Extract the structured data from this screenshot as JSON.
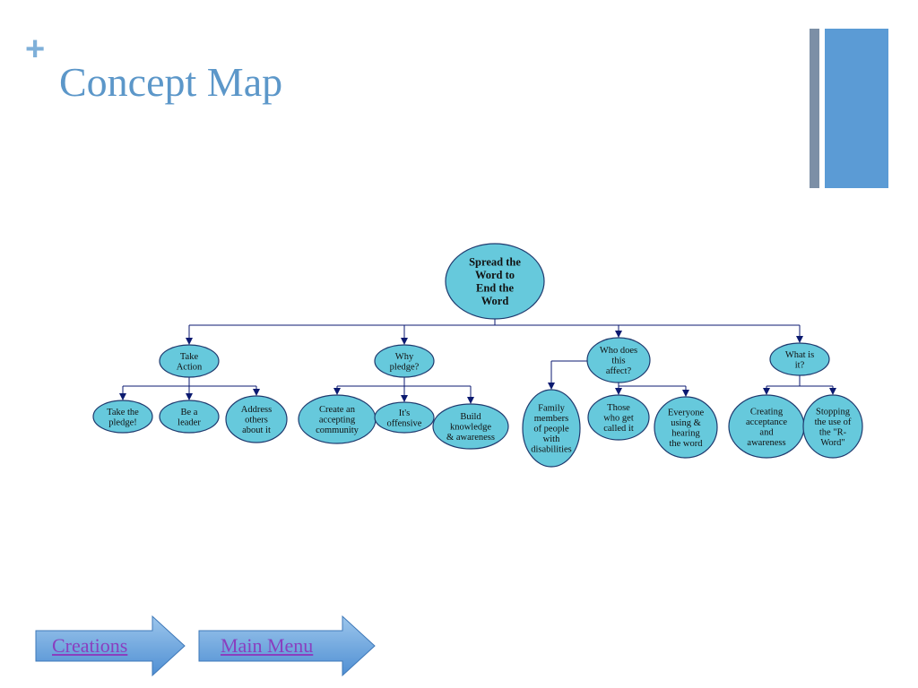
{
  "slide": {
    "plus": "+",
    "title": "Concept Map"
  },
  "map": {
    "root": {
      "lines": [
        "Spread the",
        "Word to",
        "End the",
        "Word"
      ]
    },
    "branches": [
      {
        "id": "take-action",
        "lines": [
          "Take",
          "Action"
        ],
        "children": [
          {
            "id": "take-pledge",
            "lines": [
              "Take the",
              "pledge!"
            ]
          },
          {
            "id": "be-leader",
            "lines": [
              "Be a",
              "leader"
            ]
          },
          {
            "id": "address-others",
            "lines": [
              "Address",
              "others",
              "about it"
            ]
          }
        ]
      },
      {
        "id": "why-pledge",
        "lines": [
          "Why",
          "pledge?"
        ],
        "children": [
          {
            "id": "accepting-community",
            "lines": [
              "Create an",
              "accepting",
              "community"
            ]
          },
          {
            "id": "offensive",
            "lines": [
              "It's",
              "offensive"
            ]
          },
          {
            "id": "build-knowledge",
            "lines": [
              "Build",
              "knowledge",
              "& awareness"
            ]
          }
        ]
      },
      {
        "id": "who-affect",
        "lines": [
          "Who does",
          "this",
          "affect?"
        ],
        "children": [
          {
            "id": "family-members",
            "lines": [
              "Family",
              "members",
              "of people",
              "with",
              "disabilities"
            ]
          },
          {
            "id": "those-called",
            "lines": [
              "Those",
              "who get",
              "called it"
            ]
          },
          {
            "id": "everyone-using",
            "lines": [
              "Everyone",
              "using &",
              "hearing",
              "the word"
            ]
          }
        ]
      },
      {
        "id": "what-is-it",
        "lines": [
          "What is",
          "it?"
        ],
        "children": [
          {
            "id": "creating-acceptance",
            "lines": [
              "Creating",
              "acceptance",
              "and",
              "awareness"
            ]
          },
          {
            "id": "stopping-r-word",
            "lines": [
              "Stopping",
              "the use of",
              "the \"R-",
              "Word\""
            ]
          }
        ]
      }
    ]
  },
  "nav": {
    "creations": "Creations",
    "main_menu": "Main Menu"
  },
  "colors": {
    "node_fill": "#66c9dc",
    "connector": "#0b1a70",
    "title": "#5c97c9",
    "link": "#8a3fbf"
  }
}
